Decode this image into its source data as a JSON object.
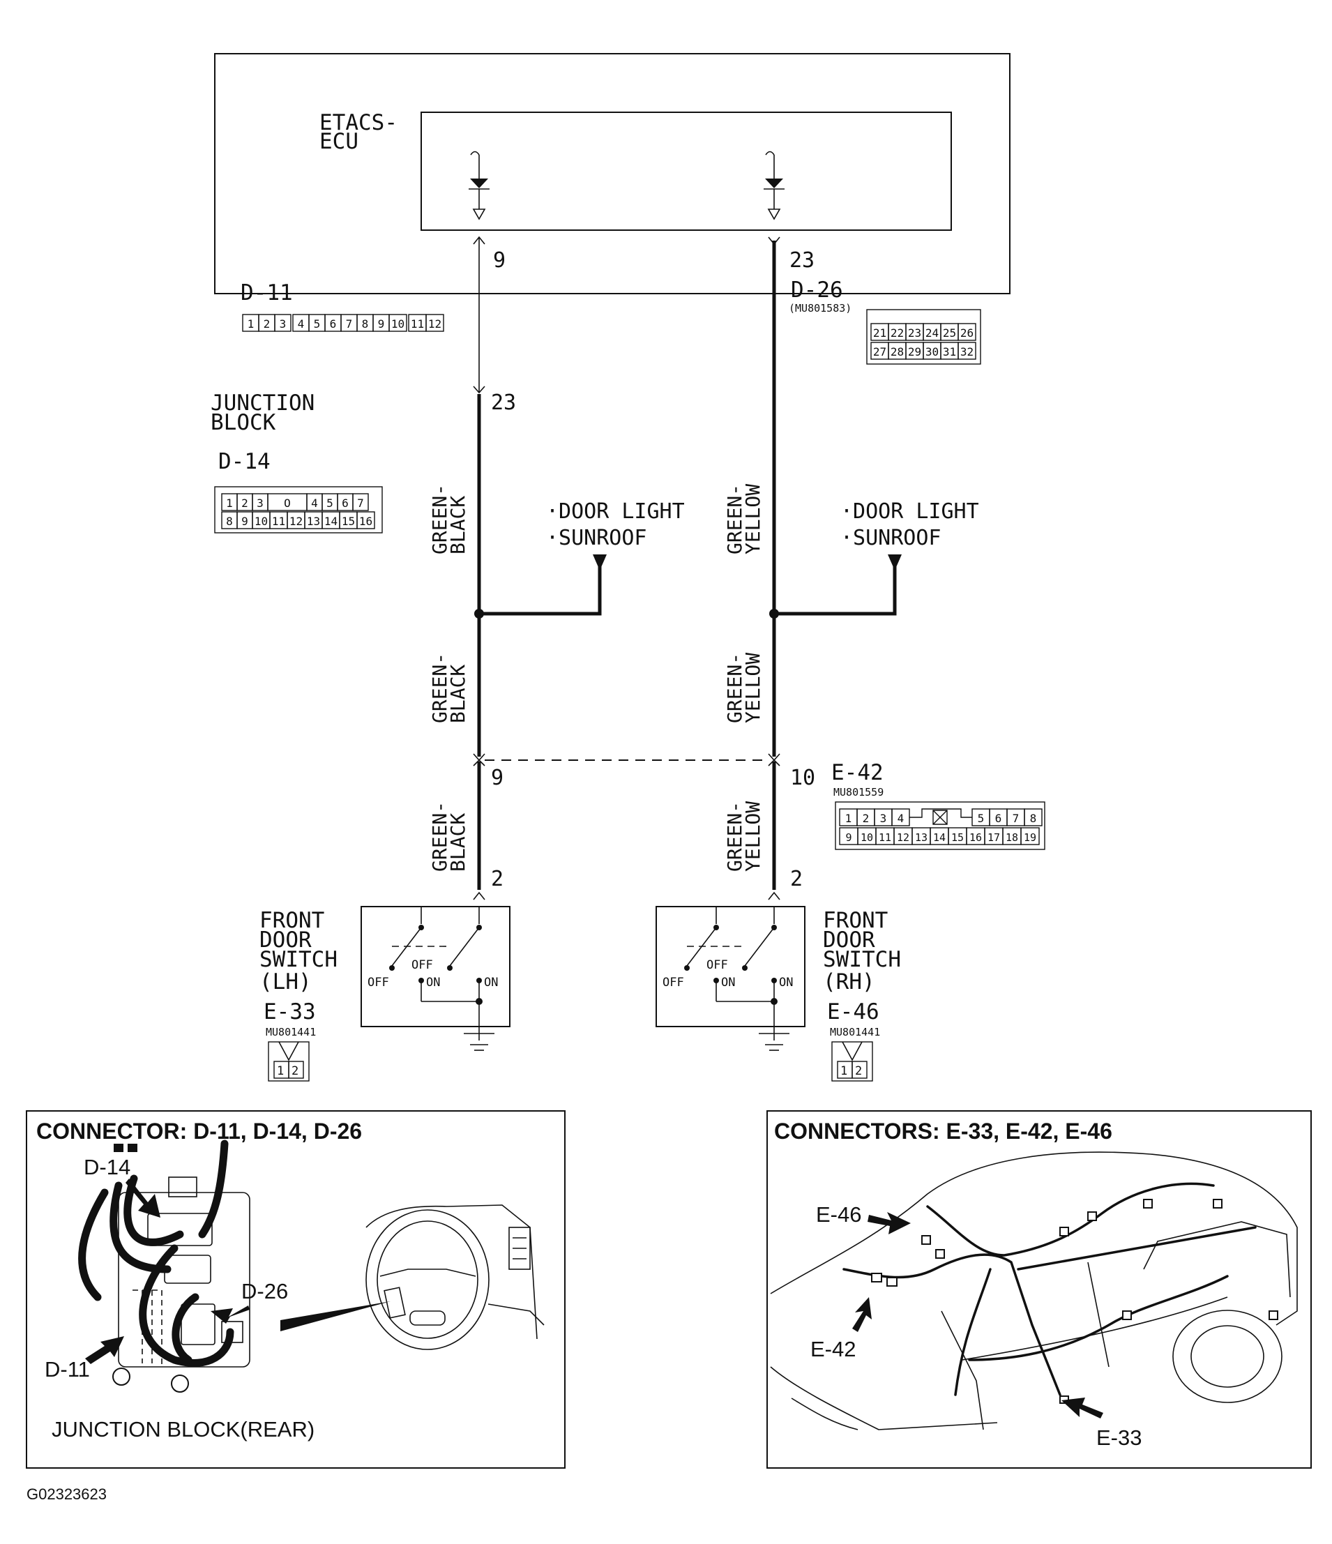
{
  "ecu": {
    "name_line1": "ETACS-",
    "name_line2": "ECU"
  },
  "pins": {
    "ecu_left": "9",
    "ecu_right": "23",
    "jb_left": "23",
    "e42_left": "9",
    "e42_right": "10",
    "switch_lh": "2",
    "switch_rh": "2"
  },
  "connectors": {
    "d11": {
      "label": "D-11",
      "pins": [
        "1",
        "2",
        "3",
        "4",
        "5",
        "6",
        "7",
        "8",
        "9",
        "10",
        "11",
        "12"
      ]
    },
    "d26": {
      "label": "D-26",
      "part": "(MU801583)",
      "row1": [
        "21",
        "22",
        "23",
        "24",
        "25",
        "26"
      ],
      "row2": [
        "27",
        "28",
        "29",
        "30",
        "31",
        "32"
      ]
    },
    "d14": {
      "label": "D-14",
      "row1": [
        "1",
        "2",
        "3",
        "O",
        "4",
        "5",
        "6",
        "7"
      ],
      "row2": [
        "8",
        "9",
        "10",
        "11",
        "12",
        "13",
        "14",
        "15",
        "16"
      ]
    },
    "e42": {
      "label": "E-42",
      "part": "MU801559",
      "row1a": [
        "1",
        "2",
        "3",
        "4"
      ],
      "row1b": [
        "5",
        "6",
        "7",
        "8"
      ],
      "row2": [
        "9",
        "10",
        "11",
        "12",
        "13",
        "14",
        "15",
        "16",
        "17",
        "18",
        "19"
      ]
    },
    "e33": {
      "label": "E-33",
      "part": "MU801441",
      "pins": [
        "1",
        "2"
      ]
    },
    "e46": {
      "label": "E-46",
      "part": "MU801441",
      "pins": [
        "1",
        "2"
      ]
    }
  },
  "junction_block": {
    "line1": "JUNCTION",
    "line2": "BLOCK"
  },
  "wires": {
    "left_line1": "GREEN-",
    "left_line2": "BLACK",
    "right_line1": "GREEN-",
    "right_line2": "YELLOW"
  },
  "branch": {
    "line1": "·DOOR LIGHT",
    "line2": "·SUNROOF"
  },
  "switch_lh": {
    "line1": "FRONT",
    "line2": "DOOR",
    "line3": "SWITCH",
    "line4": "(LH)"
  },
  "switch_rh": {
    "line1": "FRONT",
    "line2": "DOOR",
    "line3": "SWITCH",
    "line4": "(RH)"
  },
  "switch_states": {
    "off": "OFF",
    "on": "ON"
  },
  "panel_left": {
    "title": "CONNECTOR: D-11, D-14, D-26",
    "callout_d14": "D-14",
    "callout_d26": "D-26",
    "callout_d11": "D-11",
    "caption": "JUNCTION BLOCK(REAR)"
  },
  "panel_right": {
    "title": "CONNECTORS: E-33, E-42, E-46",
    "callout_e46": "E-46",
    "callout_e42": "E-42",
    "callout_e33": "E-33"
  },
  "figure_id": "G02323623"
}
